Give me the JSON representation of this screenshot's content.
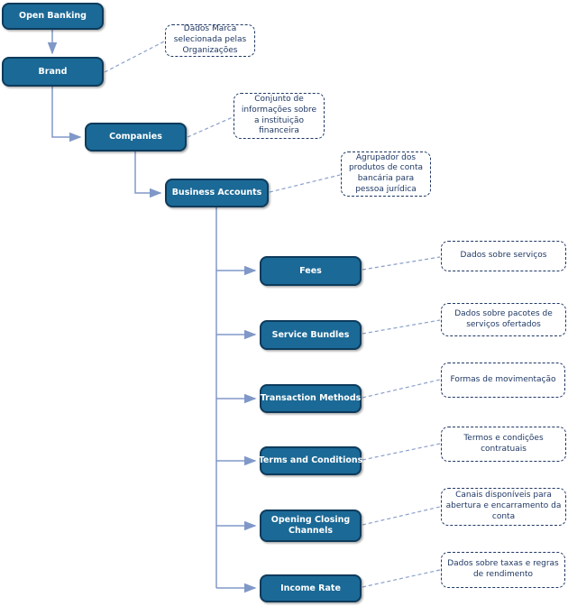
{
  "nodes": [
    {
      "id": "open-banking",
      "label": "Open Banking"
    },
    {
      "id": "brand",
      "label": "Brand"
    },
    {
      "id": "companies",
      "label": "Companies"
    },
    {
      "id": "business-accounts",
      "label": "Business Accounts"
    },
    {
      "id": "fees",
      "label": "Fees"
    },
    {
      "id": "service-bundles",
      "label": "Service Bundles"
    },
    {
      "id": "transaction-methods",
      "label": "Transaction Methods"
    },
    {
      "id": "terms-and-conditions",
      "label": "Terms and Conditions"
    },
    {
      "id": "opening-closing-channels",
      "label": "Opening Closing Channels"
    },
    {
      "id": "income-rate",
      "label": "Income Rate"
    }
  ],
  "annotations": [
    {
      "for": "brand",
      "text": "Dados Marca selecionada pelas Organizações"
    },
    {
      "for": "companies",
      "text": "Conjunto de informações sobre a instituição financeira"
    },
    {
      "for": "business-accounts",
      "text": "Agrupador dos produtos de conta bancária para pessoa jurídica"
    },
    {
      "for": "fees",
      "text": "Dados sobre serviços"
    },
    {
      "for": "service-bundles",
      "text": "Dados sobre pacotes de serviços ofertados"
    },
    {
      "for": "transaction-methods",
      "text": "Formas de movimentação"
    },
    {
      "for": "terms-and-conditions",
      "text": "Termos e condições contratuais"
    },
    {
      "for": "opening-closing-channels",
      "text": "Canais disponíveis para abertura e encarramento da conta"
    },
    {
      "for": "income-rate",
      "text": "Dados sobre taxas e regras de rendimento"
    }
  ],
  "colors": {
    "node_fill": "#1b6996",
    "node_border": "#0d3b5c",
    "node_text": "#ffffff",
    "connector": "#8098c8",
    "annotation": "#1f3864",
    "background": "#ffffff"
  }
}
